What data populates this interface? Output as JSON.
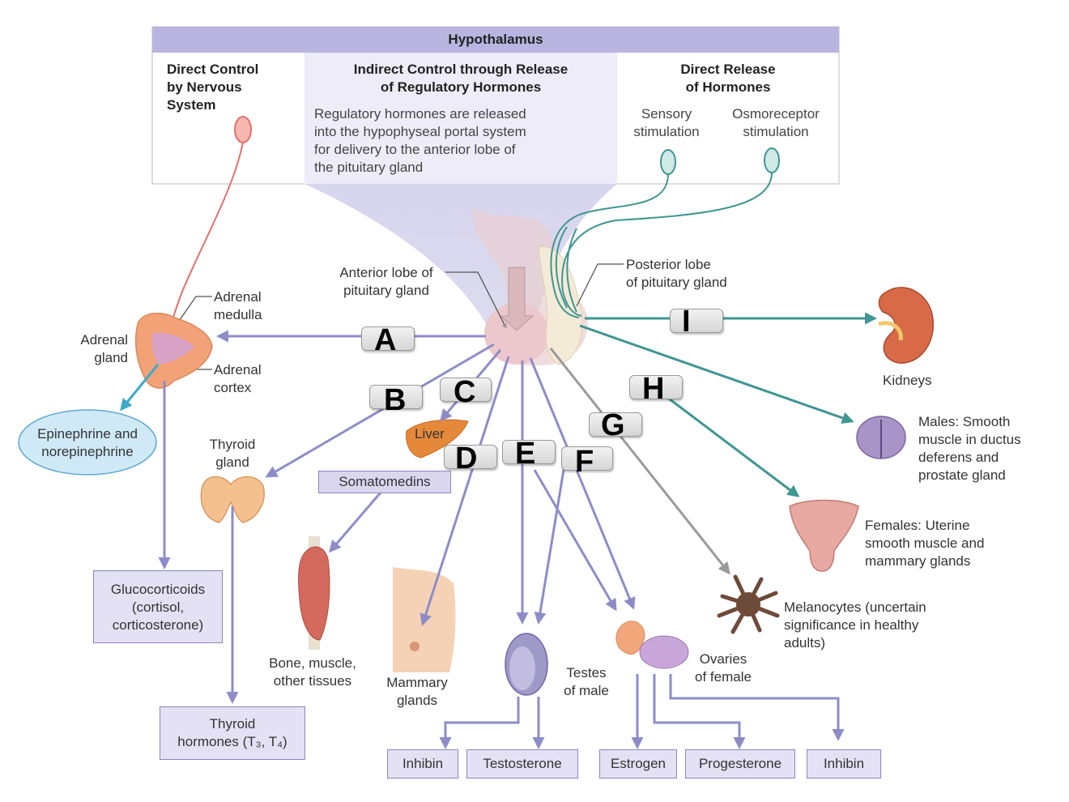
{
  "hypothalamus": {
    "title": "Hypothalamus",
    "direct_control": [
      "Direct Control",
      "by Nervous",
      "System"
    ],
    "indirect_control_title": [
      "Indirect Control through Release",
      "of Regulatory Hormones"
    ],
    "indirect_control_text": [
      "Regulatory hormones are released",
      "into the hypophyseal portal system",
      "for delivery to the anterior lobe of",
      "the pituitary gland"
    ],
    "direct_release_title": [
      "Direct Release",
      "of Hormones"
    ],
    "sensory": [
      "Sensory",
      "stimulation"
    ],
    "osmoreceptor": [
      "Osmoreceptor",
      "stimulation"
    ]
  },
  "pituitary": {
    "anterior": [
      "Anterior lobe of",
      "pituitary gland"
    ],
    "posterior": [
      "Posterior lobe",
      "of pituitary gland"
    ]
  },
  "letters": [
    "A",
    "B",
    "C",
    "D",
    "E",
    "F",
    "G",
    "H",
    "I"
  ],
  "labels": {
    "adrenal_gland": [
      "Adrenal",
      "gland"
    ],
    "adrenal_medulla": [
      "Adrenal",
      "medulla"
    ],
    "adrenal_cortex": [
      "Adrenal",
      "cortex"
    ],
    "epinephrine": [
      "Epinephrine and",
      "norepinephrine"
    ],
    "thyroid_gland": [
      "Thyroid",
      "gland"
    ],
    "liver": "Liver",
    "somatomedins": "Somatomedins",
    "glucocorticoids": [
      "Glucocorticoids",
      "(cortisol,",
      "corticosterone)"
    ],
    "thyroid_hormones": [
      "Thyroid",
      "hormones (T₃, T₄)"
    ],
    "bone": [
      "Bone, muscle,",
      "other tissues"
    ],
    "mammary": [
      "Mammary",
      "glands"
    ],
    "testes": [
      "Testes",
      "of male"
    ],
    "ovaries": [
      "Ovaries",
      "of female"
    ],
    "melanocytes": [
      "Melanocytes (uncertain",
      "significance in healthy",
      "adults)"
    ],
    "females": [
      "Females: Uterine",
      "smooth muscle and",
      "mammary glands"
    ],
    "males": [
      "Males: Smooth",
      "muscle in ductus",
      "deferens and",
      "prostate gland"
    ],
    "kidneys": "Kidneys",
    "inhibin_male": "Inhibin",
    "testosterone": "Testosterone",
    "estrogen": "Estrogen",
    "progesterone": "Progesterone",
    "inhibin_female": "Inhibin"
  },
  "colors": {
    "purple_arrow": "#8e8cc8",
    "teal_arrow": "#3f9692",
    "gray_arrow": "#9a9a9a",
    "red_nerve": "#e2706c",
    "header_bar": "#b9b5e0",
    "box_fill": "#d9d6ee"
  }
}
